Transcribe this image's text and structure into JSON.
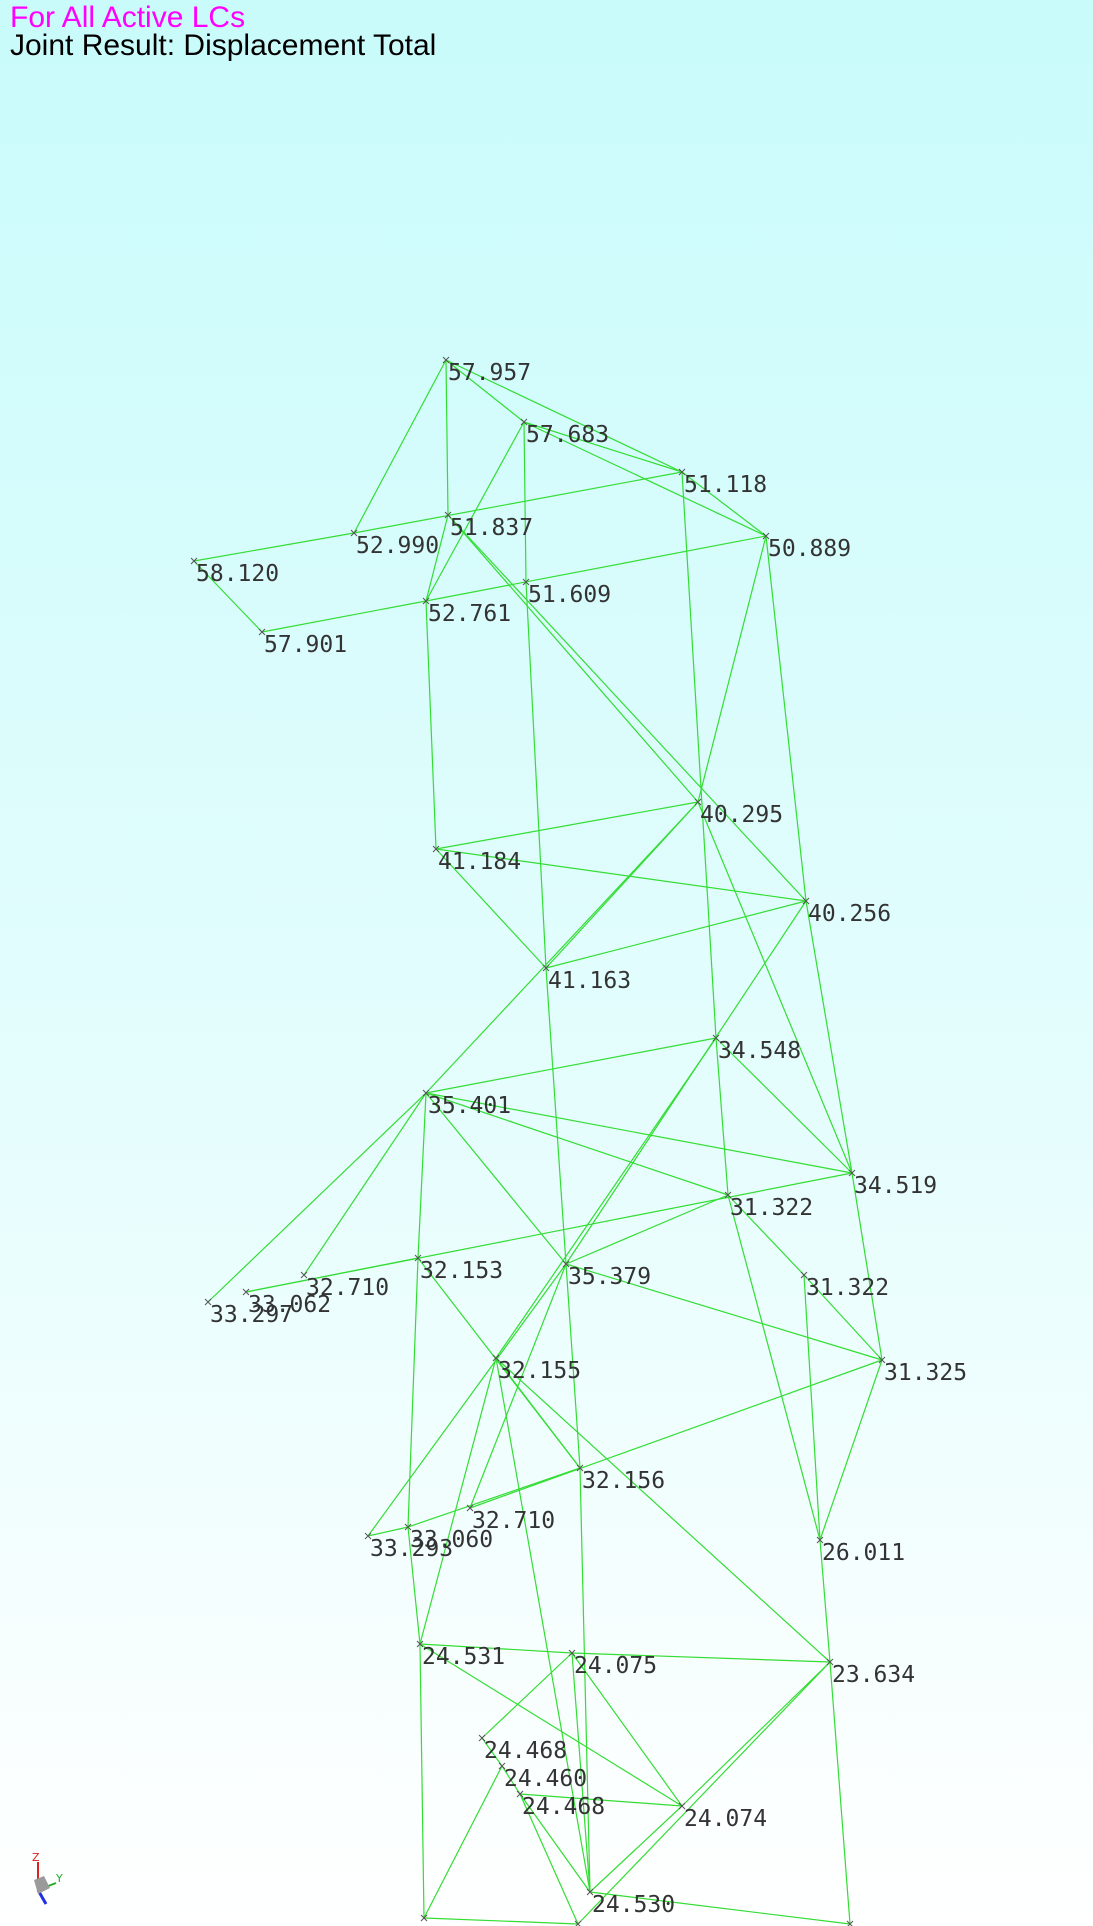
{
  "header": {
    "load_case": "For All Active LCs",
    "result": "Joint Result: Displacement Total"
  },
  "colors": {
    "load_case_text": "#ff00ff",
    "member": "#33dd33",
    "label": "#333333"
  },
  "joints": [
    {
      "id": "j1",
      "label": "57.957"
    },
    {
      "id": "j2",
      "label": "57.683"
    },
    {
      "id": "j3",
      "label": "51.118"
    },
    {
      "id": "j4",
      "label": "51.837"
    },
    {
      "id": "j5",
      "label": "52.990"
    },
    {
      "id": "j6",
      "label": "50.889"
    },
    {
      "id": "j7",
      "label": "58.120"
    },
    {
      "id": "j8",
      "label": "51.609"
    },
    {
      "id": "j9",
      "label": "52.761"
    },
    {
      "id": "j10",
      "label": "57.901"
    },
    {
      "id": "j11",
      "label": "40.295"
    },
    {
      "id": "j12",
      "label": "41.184"
    },
    {
      "id": "j13",
      "label": "40.256"
    },
    {
      "id": "j14",
      "label": "41.163"
    },
    {
      "id": "j15",
      "label": "34.548"
    },
    {
      "id": "j16",
      "label": "35.401"
    },
    {
      "id": "j17",
      "label": "34.519"
    },
    {
      "id": "j18",
      "label": "31.322"
    },
    {
      "id": "j19",
      "label": "32.153"
    },
    {
      "id": "j20",
      "label": "35.379"
    },
    {
      "id": "j21",
      "label": "31.322"
    },
    {
      "id": "j22",
      "label": "32.710"
    },
    {
      "id": "j23",
      "label": "33.062"
    },
    {
      "id": "j24",
      "label": "33.297"
    },
    {
      "id": "j25",
      "label": "32.155"
    },
    {
      "id": "j26",
      "label": "31.325"
    },
    {
      "id": "j27",
      "label": "32.156"
    },
    {
      "id": "j28",
      "label": "32.710"
    },
    {
      "id": "j29",
      "label": "33.060"
    },
    {
      "id": "j30",
      "label": "33.293"
    },
    {
      "id": "j31",
      "label": "26.011"
    },
    {
      "id": "j32",
      "label": "24.531"
    },
    {
      "id": "j33",
      "label": "24.075"
    },
    {
      "id": "j34",
      "label": "23.634"
    },
    {
      "id": "j35",
      "label": "24.468"
    },
    {
      "id": "j36",
      "label": "24.460"
    },
    {
      "id": "j37",
      "label": "24.468"
    },
    {
      "id": "j38",
      "label": "24.074"
    },
    {
      "id": "j39",
      "label": "24.530"
    },
    {
      "id": "j40",
      "label": ""
    },
    {
      "id": "j41",
      "label": ""
    },
    {
      "id": "j42",
      "label": ""
    }
  ],
  "members": [
    [
      "j1",
      "j2"
    ],
    [
      "j1",
      "j4"
    ],
    [
      "j1",
      "j5"
    ],
    [
      "j1",
      "j3"
    ],
    [
      "j2",
      "j3"
    ],
    [
      "j2",
      "j6"
    ],
    [
      "j2",
      "j9"
    ],
    [
      "j2",
      "j8"
    ],
    [
      "j3",
      "j6"
    ],
    [
      "j3",
      "j5"
    ],
    [
      "j4",
      "j9"
    ],
    [
      "j4",
      "j11"
    ],
    [
      "j4",
      "j13"
    ],
    [
      "j7",
      "j5"
    ],
    [
      "j7",
      "j10"
    ],
    [
      "j10",
      "j9"
    ],
    [
      "j9",
      "j6"
    ],
    [
      "j9",
      "j12"
    ],
    [
      "j6",
      "j11"
    ],
    [
      "j6",
      "j13"
    ],
    [
      "j3",
      "j15"
    ],
    [
      "j11",
      "j12"
    ],
    [
      "j11",
      "j14"
    ],
    [
      "j11",
      "j17"
    ],
    [
      "j11",
      "j16"
    ],
    [
      "j12",
      "j13"
    ],
    [
      "j12",
      "j14"
    ],
    [
      "j14",
      "j13"
    ],
    [
      "j14",
      "j20"
    ],
    [
      "j13",
      "j17"
    ],
    [
      "j13",
      "j20"
    ],
    [
      "j8",
      "j14"
    ],
    [
      "j15",
      "j16"
    ],
    [
      "j15",
      "j17"
    ],
    [
      "j15",
      "j18"
    ],
    [
      "j15",
      "j25"
    ],
    [
      "j16",
      "j17"
    ],
    [
      "j16",
      "j18"
    ],
    [
      "j16",
      "j20"
    ],
    [
      "j16",
      "j24"
    ],
    [
      "j16",
      "j22"
    ],
    [
      "j16",
      "j19"
    ],
    [
      "j17",
      "j26"
    ],
    [
      "j17",
      "j23"
    ],
    [
      "j18",
      "j20"
    ],
    [
      "j18",
      "j21"
    ],
    [
      "j18",
      "j31"
    ],
    [
      "j19",
      "j23"
    ],
    [
      "j19",
      "j27"
    ],
    [
      "j19",
      "j29"
    ],
    [
      "j20",
      "j26"
    ],
    [
      "j20",
      "j30"
    ],
    [
      "j20",
      "j28"
    ],
    [
      "j20",
      "j27"
    ],
    [
      "j21",
      "j26"
    ],
    [
      "j21",
      "j31"
    ],
    [
      "j26",
      "j31"
    ],
    [
      "j26",
      "j28"
    ],
    [
      "j25",
      "j32"
    ],
    [
      "j25",
      "j27"
    ],
    [
      "j25",
      "j39"
    ],
    [
      "j25",
      "j34"
    ],
    [
      "j27",
      "j29"
    ],
    [
      "j27",
      "j39"
    ],
    [
      "j29",
      "j30"
    ],
    [
      "j29",
      "j32"
    ],
    [
      "j32",
      "j33"
    ],
    [
      "j32",
      "j40"
    ],
    [
      "j32",
      "j38"
    ],
    [
      "j33",
      "j34"
    ],
    [
      "j33",
      "j35"
    ],
    [
      "j33",
      "j38"
    ],
    [
      "j33",
      "j39"
    ],
    [
      "j34",
      "j38"
    ],
    [
      "j34",
      "j41"
    ],
    [
      "j34",
      "j42"
    ],
    [
      "j31",
      "j34"
    ],
    [
      "j35",
      "j36"
    ],
    [
      "j36",
      "j37"
    ],
    [
      "j36",
      "j40"
    ],
    [
      "j37",
      "j38"
    ],
    [
      "j37",
      "j39"
    ],
    [
      "j37",
      "j41"
    ],
    [
      "j38",
      "j39"
    ],
    [
      "j39",
      "j42"
    ],
    [
      "j40",
      "j41"
    ]
  ],
  "triad": {
    "z_label": "Z",
    "y_label": "Y"
  }
}
